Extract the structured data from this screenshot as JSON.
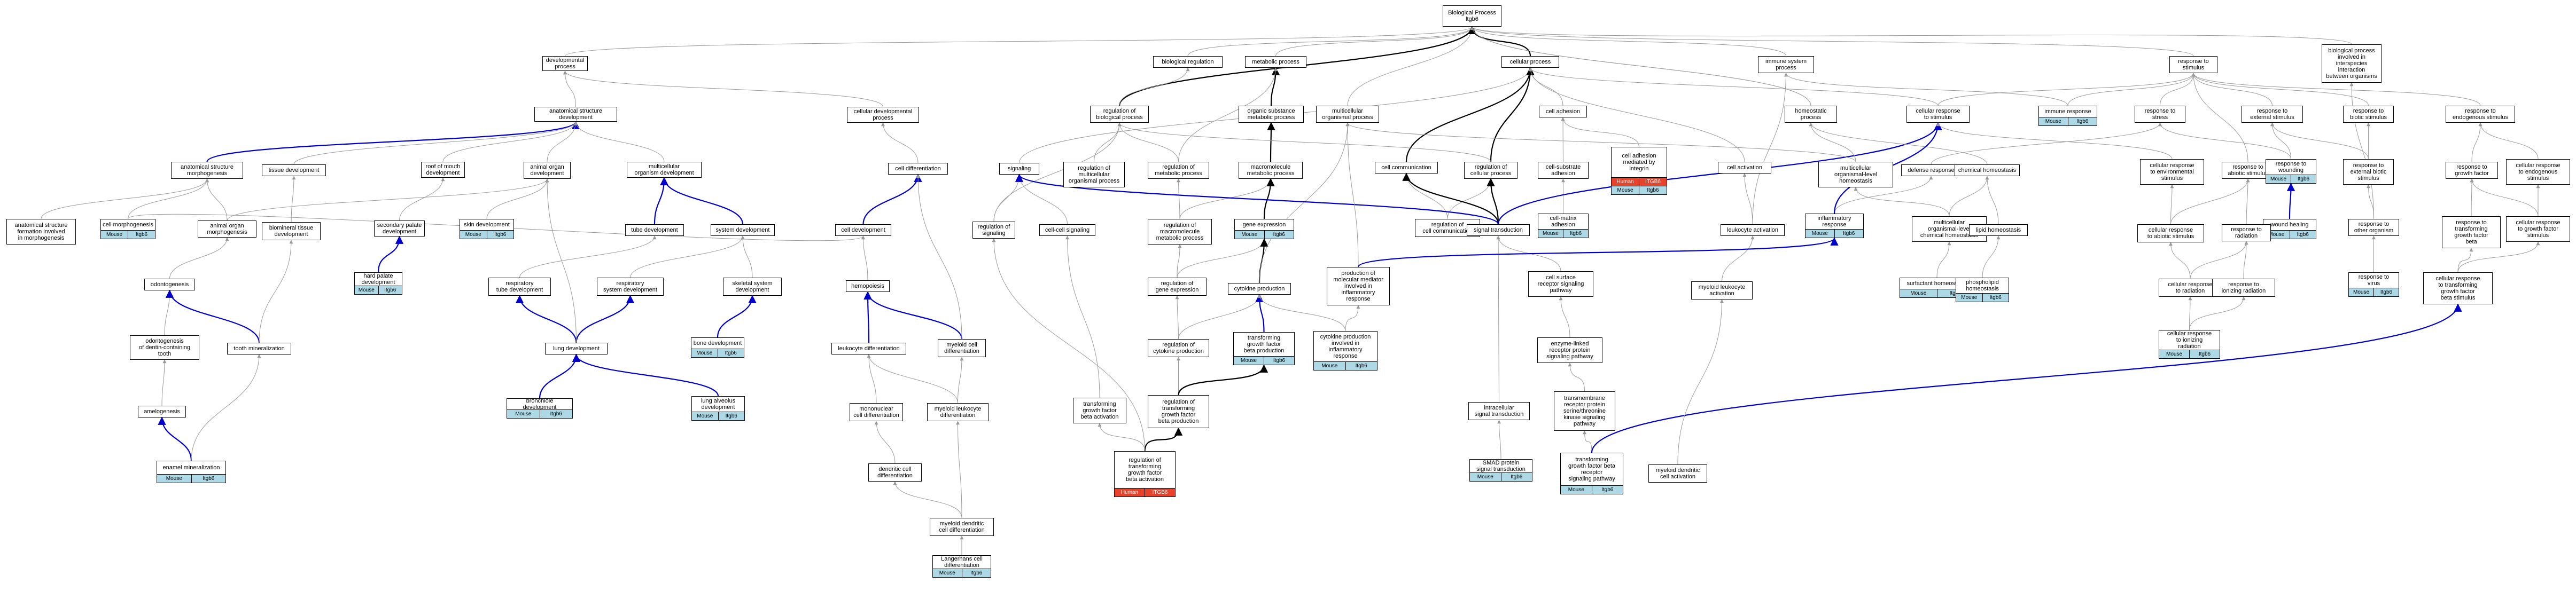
{
  "colors": {
    "mouse_badge": "#add8e6",
    "human_badge": "#e8432a",
    "edge_blue": "#0000cc",
    "edge_black": "#000000",
    "edge_gray": "#999999"
  },
  "nodes": {
    "root": {
      "label": "Biological Process\nltgb6"
    },
    "developmental_process": {
      "label": "developmental\nprocess"
    },
    "anatomical_structure_development": {
      "label": "anatomical structure\ndevelopment"
    },
    "anatomical_structure_morphogenesis": {
      "label": "anatomical structure\nmorphogenesis"
    },
    "tissue_development": {
      "label": "tissue development"
    },
    "roof_of_mouth_development": {
      "label": "roof of mouth\ndevelopment"
    },
    "animal_organ_development": {
      "label": "animal organ\ndevelopment"
    },
    "multicellular_organism_development": {
      "label": "multicellular\norganism development"
    },
    "anatomical_structure_formation": {
      "label": "anatomical structure\nformation involved\nin morphogenesis"
    },
    "cell_morphogenesis": {
      "label": "cell morphogenesis",
      "badges": [
        "Mouse",
        "Itgb6"
      ]
    },
    "animal_organ_morphogenesis": {
      "label": "animal organ\nmorphogenesis"
    },
    "biomineral_tissue_development": {
      "label": "biomineral tissue\ndevelopment"
    },
    "secondary_palate_development": {
      "label": "secondary palate\ndevelopment"
    },
    "skin_development": {
      "label": "skin development",
      "badges": [
        "Mouse",
        "Itgb6"
      ]
    },
    "tube_development": {
      "label": "tube development"
    },
    "system_development": {
      "label": "system development"
    },
    "odontogenesis": {
      "label": "odontogenesis"
    },
    "hard_palate_development": {
      "label": "hard palate\ndevelopment",
      "badges": [
        "Mouse",
        "Itgb6"
      ]
    },
    "respiratory_tube_development": {
      "label": "respiratory\ntube development"
    },
    "respiratory_system_development": {
      "label": "respiratory\nsystem development"
    },
    "skeletal_system_development": {
      "label": "skeletal system\ndevelopment"
    },
    "odontogenesis_dentin": {
      "label": "odontogenesis\nof dentin-containing\ntooth"
    },
    "tooth_mineralization": {
      "label": "tooth mineralization"
    },
    "lung_development": {
      "label": "lung development"
    },
    "bone_development": {
      "label": "bone development",
      "badges": [
        "Mouse",
        "Itgb6"
      ]
    },
    "bronchiole_development": {
      "label": "bronchiole development",
      "badges": [
        "Mouse",
        "Itgb6"
      ]
    },
    "lung_alveolus_development": {
      "label": "lung alveolus\ndevelopment",
      "badges": [
        "Mouse",
        "Itgb6"
      ]
    },
    "amelogenesis": {
      "label": "amelogenesis"
    },
    "enamel_mineralization": {
      "label": "enamel mineralization",
      "badges": [
        "Mouse",
        "Itgb6"
      ]
    },
    "cellular_developmental_process": {
      "label": "cellular developmental\nprocess"
    },
    "cell_differentiation": {
      "label": "cell differentiation"
    },
    "cell_development": {
      "label": "cell development"
    },
    "hemopoiesis": {
      "label": "hemopoiesis"
    },
    "leukocyte_differentiation": {
      "label": "leukocyte differentiation"
    },
    "myeloid_cell_differentiation": {
      "label": "myeloid cell\ndifferentiation"
    },
    "mononuclear_cell_differentiation": {
      "label": "mononuclear\ncell differentiation"
    },
    "myeloid_leukocyte_differentiation": {
      "label": "myeloid leukocyte\ndifferentiation"
    },
    "dendritic_cell_differentiation": {
      "label": "dendritic cell\ndifferentiation"
    },
    "myeloid_dendritic_cell_differentiation": {
      "label": "myeloid dendritic\ncell differentiation"
    },
    "langerhans_cell_differentiation": {
      "label": "Langerhans cell\ndifferentiation",
      "badges": [
        "Mouse",
        "Itgb6"
      ]
    },
    "biological_regulation": {
      "label": "biological regulation"
    },
    "metabolic_process": {
      "label": "metabolic process"
    },
    "regulation_of_biological_process": {
      "label": "regulation of\nbiological process"
    },
    "organic_substance_metabolic_process": {
      "label": "organic substance\nmetabolic process"
    },
    "multicellular_organismal_process": {
      "label": "multicellular\norganismal process"
    },
    "regulation_of_multicellular_organismal_process": {
      "label": "regulation of\nmulticellular\norganismal process"
    },
    "regulation_of_metabolic_process": {
      "label": "regulation of\nmetabolic process"
    },
    "macromolecule_metabolic_process": {
      "label": "macromolecule\nmetabolic process"
    },
    "signaling": {
      "label": "signaling"
    },
    "regulation_of_signaling": {
      "label": "regulation of\nsignaling"
    },
    "cell_cell_signaling": {
      "label": "cell-cell signaling"
    },
    "regulation_of_macromolecule_metabolic_process": {
      "label": "regulation of\nmacromolecule\nmetabolic process"
    },
    "gene_expression": {
      "label": "gene expression",
      "badges": [
        "Mouse",
        "Itgb6"
      ]
    },
    "regulation_of_gene_expression": {
      "label": "regulation of\ngene expression"
    },
    "cytokine_production": {
      "label": "cytokine production"
    },
    "regulation_of_cytokine_production": {
      "label": "regulation of\ncytokine production"
    },
    "tgfb_production": {
      "label": "transforming\ngrowth factor\nbeta production",
      "badges": [
        "Mouse",
        "Itgb6"
      ]
    },
    "tgfb_activation": {
      "label": "transforming\ngrowth factor\nbeta activation"
    },
    "regulation_of_tgfb_production": {
      "label": "regulation of\ntransforming\ngrowth factor\nbeta production"
    },
    "regulation_of_tgfb_activation": {
      "label": "regulation of\ntransforming\ngrowth factor\nbeta activation",
      "badges": [
        "Human",
        "ITGB6"
      ]
    },
    "cellular_process": {
      "label": "cellular process"
    },
    "cell_adhesion": {
      "label": "cell adhesion"
    },
    "cell_communication": {
      "label": "cell communication"
    },
    "regulation_of_cellular_process": {
      "label": "regulation of\ncellular process"
    },
    "cell_substrate_adhesion": {
      "label": "cell-substrate\nadhesion"
    },
    "cell_adhesion_integrin": {
      "label": "cell adhesion\nmediated by\nintegrin",
      "badges": [
        "Human",
        "ITGB6",
        "Mouse",
        "Itgb6"
      ]
    },
    "cell_matrix_adhesion": {
      "label": "cell-matrix\nadhesion",
      "badges": [
        "Mouse",
        "Itgb6"
      ]
    },
    "cell_activation": {
      "label": "cell activation"
    },
    "regulation_of_cell_communication": {
      "label": "regulation of\ncell communication"
    },
    "signal_transduction": {
      "label": "signal transduction"
    },
    "leukocyte_activation": {
      "label": "leukocyte activation"
    },
    "myeloid_leukocyte_activation": {
      "label": "myeloid leukocyte\nactivation"
    },
    "production_molecular_mediator": {
      "label": "production of\nmolecular mediator\ninvolved in\ninflammatory\nresponse"
    },
    "cytokine_production_inflammatory": {
      "label": "cytokine production\ninvolved in\ninflammatory\nresponse",
      "badges": [
        "Mouse",
        "Itgb6"
      ]
    },
    "cell_surface_receptor_signaling": {
      "label": "cell surface\nreceptor signaling\npathway"
    },
    "enzyme_linked_receptor": {
      "label": "enzyme-linked\nreceptor protein\nsignaling pathway"
    },
    "transmembrane_receptor_kinase": {
      "label": "transmembrane\nreceptor protein\nserine/threonine\nkinase signaling\npathway"
    },
    "intracellular_signal_transduction": {
      "label": "intracellular\nsignal transduction"
    },
    "smad_signal_transduction": {
      "label": "SMAD protein\nsignal transduction",
      "badges": [
        "Mouse",
        "Itgb6"
      ]
    },
    "tgfb_receptor_signaling": {
      "label": "transforming\ngrowth factor beta receptor\nsignaling pathway",
      "badges": [
        "Mouse",
        "Itgb6"
      ]
    },
    "myeloid_dendritic_cell_activation": {
      "label": "myeloid dendritic\ncell activation"
    },
    "immune_system_process": {
      "label": "immune system\nprocess"
    },
    "homeostatic_process": {
      "label": "homeostatic\nprocess"
    },
    "multicellular_organismal_homeostasis": {
      "label": "multicellular\norganismal-level\nhomeostasis"
    },
    "cellular_response_to_stimulus": {
      "label": "cellular response\nto stimulus"
    },
    "response_to_stimulus": {
      "label": "response to\nstimulus"
    },
    "defense_response": {
      "label": "defense response"
    },
    "chemical_homeostasis": {
      "label": "chemical homeostasis"
    },
    "inflammatory_response": {
      "label": "inflammatory\nresponse",
      "badges": [
        "Mouse",
        "Itgb6"
      ]
    },
    "multicellular_chemical_homeostasis": {
      "label": "multicellular\norganismal-level\nchemical homeostasis"
    },
    "lipid_homeostasis": {
      "label": "lipid homeostasis"
    },
    "surfactant_homeostasis": {
      "label": "surfactant homeostasis",
      "badges": [
        "Mouse",
        "Itgb6"
      ]
    },
    "phospholipid_homeostasis": {
      "label": "phospholipid\nhomeostasis",
      "badges": [
        "Mouse",
        "Itgb6"
      ]
    },
    "immune_response": {
      "label": "immune response",
      "badges": [
        "Mouse",
        "Itgb6"
      ]
    },
    "response_to_stress": {
      "label": "response to\nstress"
    },
    "response_to_external_stimulus": {
      "label": "response to\nexternal stimulus"
    },
    "cellular_response_to_environmental_stimulus": {
      "label": "cellular response\nto environmental\nstimulus"
    },
    "response_to_abiotic_stimulus": {
      "label": "response to\nabiotic stimulus"
    },
    "response_to_wounding": {
      "label": "response to\nwounding",
      "badges": [
        "Mouse",
        "Itgb6"
      ]
    },
    "response_to_external_biotic_stimulus": {
      "label": "response to\nexternal biotic\nstimulus"
    },
    "wound_healing": {
      "label": "wound healing",
      "badges": [
        "Mouse",
        "Itgb6"
      ]
    },
    "cellular_response_to_abiotic_stimulus": {
      "label": "cellular response\nto abiotic stimulus"
    },
    "response_to_radiation": {
      "label": "response to\nradiation"
    },
    "cellular_response_to_radiation": {
      "label": "cellular response\nto radiation"
    },
    "response_to_ionizing_radiation": {
      "label": "response to\nionizing radiation"
    },
    "cellular_response_to_ionizing_radiation": {
      "label": "cellular response\nto ionizing\nradiation",
      "badges": [
        "Mouse",
        "Itgb6"
      ]
    },
    "interspecies_interaction": {
      "label": "biological process\ninvolved in\ninterspecies\ninteraction\nbetween organisms"
    },
    "response_to_biotic_stimulus": {
      "label": "response to\nbiotic stimulus"
    },
    "response_to_other_organism": {
      "label": "response to\nother organism"
    },
    "response_to_virus": {
      "label": "response to\nvirus",
      "badges": [
        "Mouse",
        "Itgb6"
      ]
    },
    "response_to_endogenous_stimulus": {
      "label": "response to\nendogenous stimulus"
    },
    "response_to_growth_factor": {
      "label": "response to\ngrowth factor"
    },
    "cellular_response_to_endogenous_stimulus": {
      "label": "cellular response\nto endogenous\nstimulus"
    },
    "response_to_tgfb": {
      "label": "response to\ntransforming\ngrowth factor\nbeta"
    },
    "cellular_response_to_growth_factor": {
      "label": "cellular response\nto growth factor\nstimulus"
    },
    "cellular_response_to_tgfb": {
      "label": "cellular response\nto transforming\ngrowth factor\nbeta stimulus"
    }
  }
}
